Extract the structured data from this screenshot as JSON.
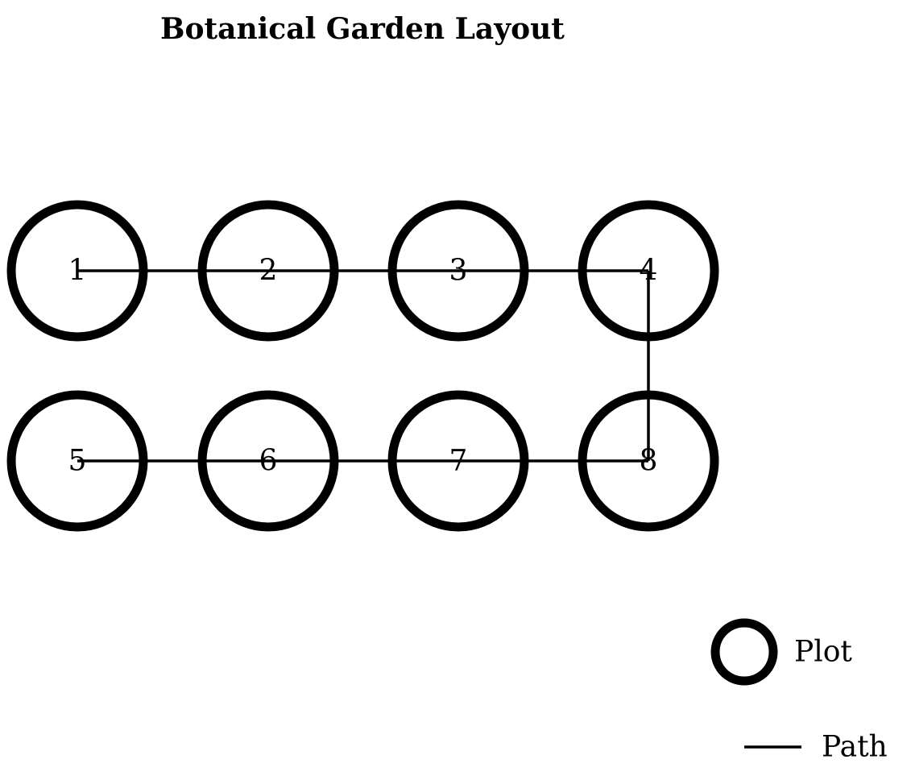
{
  "title": "Botanical Garden Layout",
  "colors": {
    "plot_stroke": "#000000",
    "path_stroke": "#000000",
    "background": "#ffffff",
    "text": "#000000"
  },
  "plots": [
    {
      "id": "1",
      "label": "1"
    },
    {
      "id": "2",
      "label": "2"
    },
    {
      "id": "3",
      "label": "3"
    },
    {
      "id": "4",
      "label": "4"
    },
    {
      "id": "5",
      "label": "5"
    },
    {
      "id": "6",
      "label": "6"
    },
    {
      "id": "7",
      "label": "7"
    },
    {
      "id": "8",
      "label": "8"
    }
  ],
  "paths": [
    {
      "from": "1",
      "to": "4"
    },
    {
      "from": "4",
      "to": "8"
    },
    {
      "from": "5",
      "to": "8"
    }
  ],
  "legend": {
    "plot_label": "Plot",
    "path_label": "Path"
  }
}
